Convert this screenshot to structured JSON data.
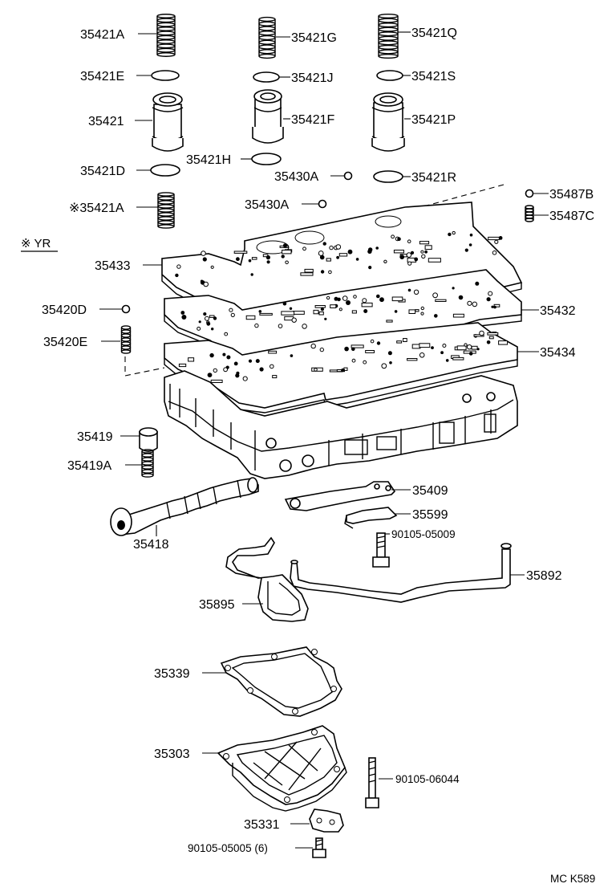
{
  "diagram": {
    "code": "MC K589",
    "note": "※ YR",
    "labels": {
      "p35421A_top": "35421A",
      "p35421G": "35421G",
      "p35421Q": "35421Q",
      "p35421E": "35421E",
      "p35421J": "35421J",
      "p35421S": "35421S",
      "p35421": "35421",
      "p35421F": "35421F",
      "p35421P": "35421P",
      "p35421D": "35421D",
      "p35421H": "35421H",
      "p35430A_1": "35430A",
      "p35421R": "35421R",
      "p35421A_star": "※35421A",
      "p35430A_2": "35430A",
      "p35487B": "35487B",
      "p35487C": "35487C",
      "p35433": "35433",
      "p35432": "35432",
      "p35420D": "35420D",
      "p35420E": "35420E",
      "p35434": "35434",
      "p35419": "35419",
      "p35419A": "35419A",
      "p35409": "35409",
      "p35599": "35599",
      "p90105_05009": "90105-05009",
      "p35418": "35418",
      "p35892": "35892",
      "p35895": "35895",
      "p35339": "35339",
      "p35303": "35303",
      "p90105_06044": "90105-06044",
      "p35331": "35331",
      "p90105_05005": "90105-05005 (6)"
    }
  }
}
